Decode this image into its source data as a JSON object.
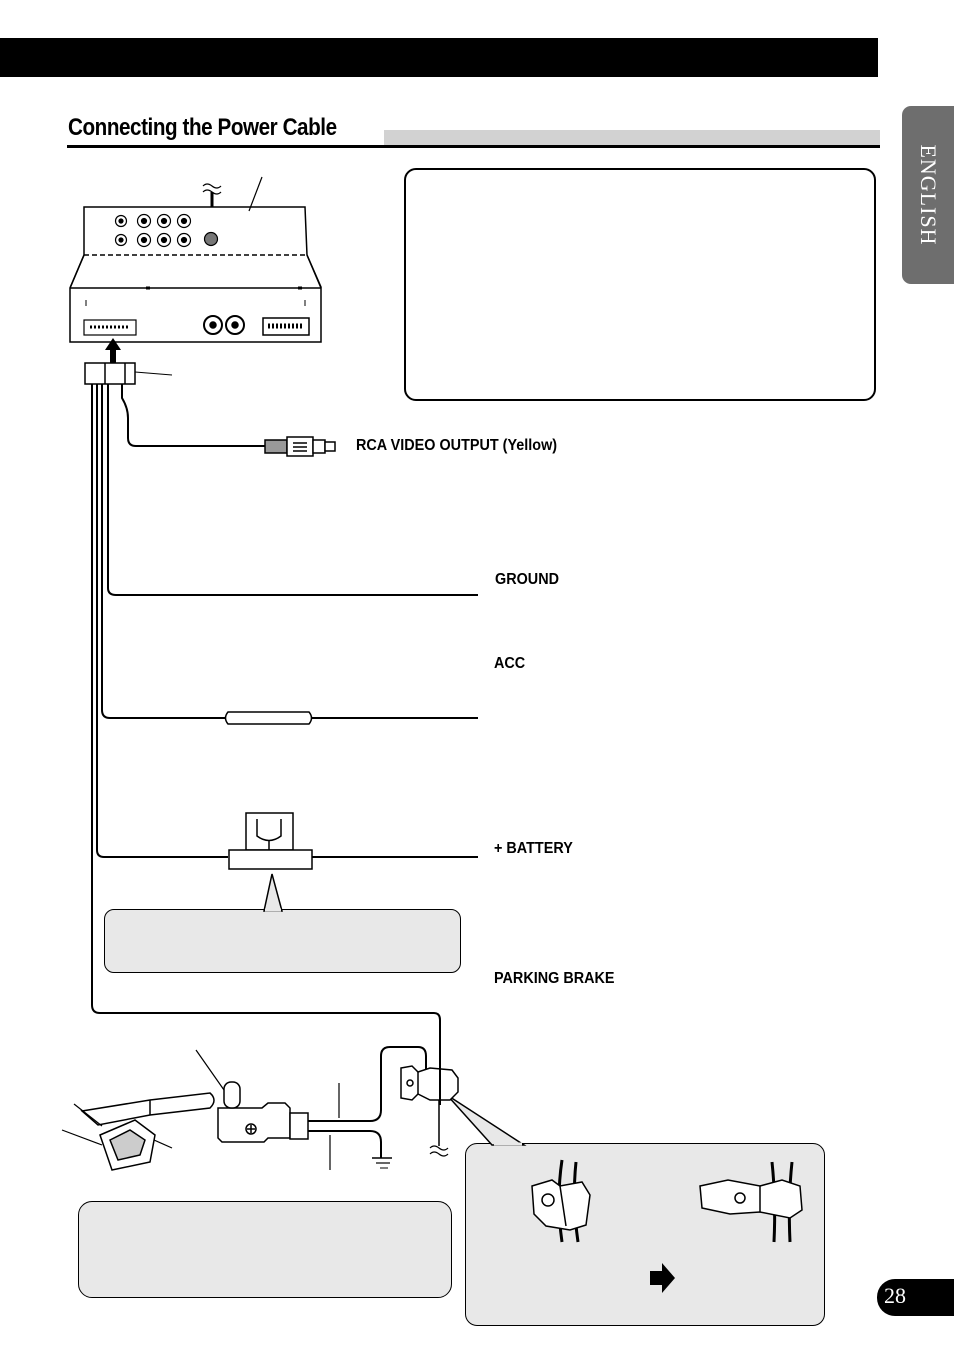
{
  "header": {
    "section_title": "Connecting the Power Cable"
  },
  "side_tab": {
    "language": "ENGLISH"
  },
  "page": {
    "number": "28"
  },
  "diagram": {
    "labels": {
      "rca_video_output": "RCA VIDEO OUTPUT (Yellow)",
      "ground": "GROUND",
      "acc": "ACC",
      "battery": "+ BATTERY",
      "parking_brake": "PARKING BRAKE"
    }
  }
}
